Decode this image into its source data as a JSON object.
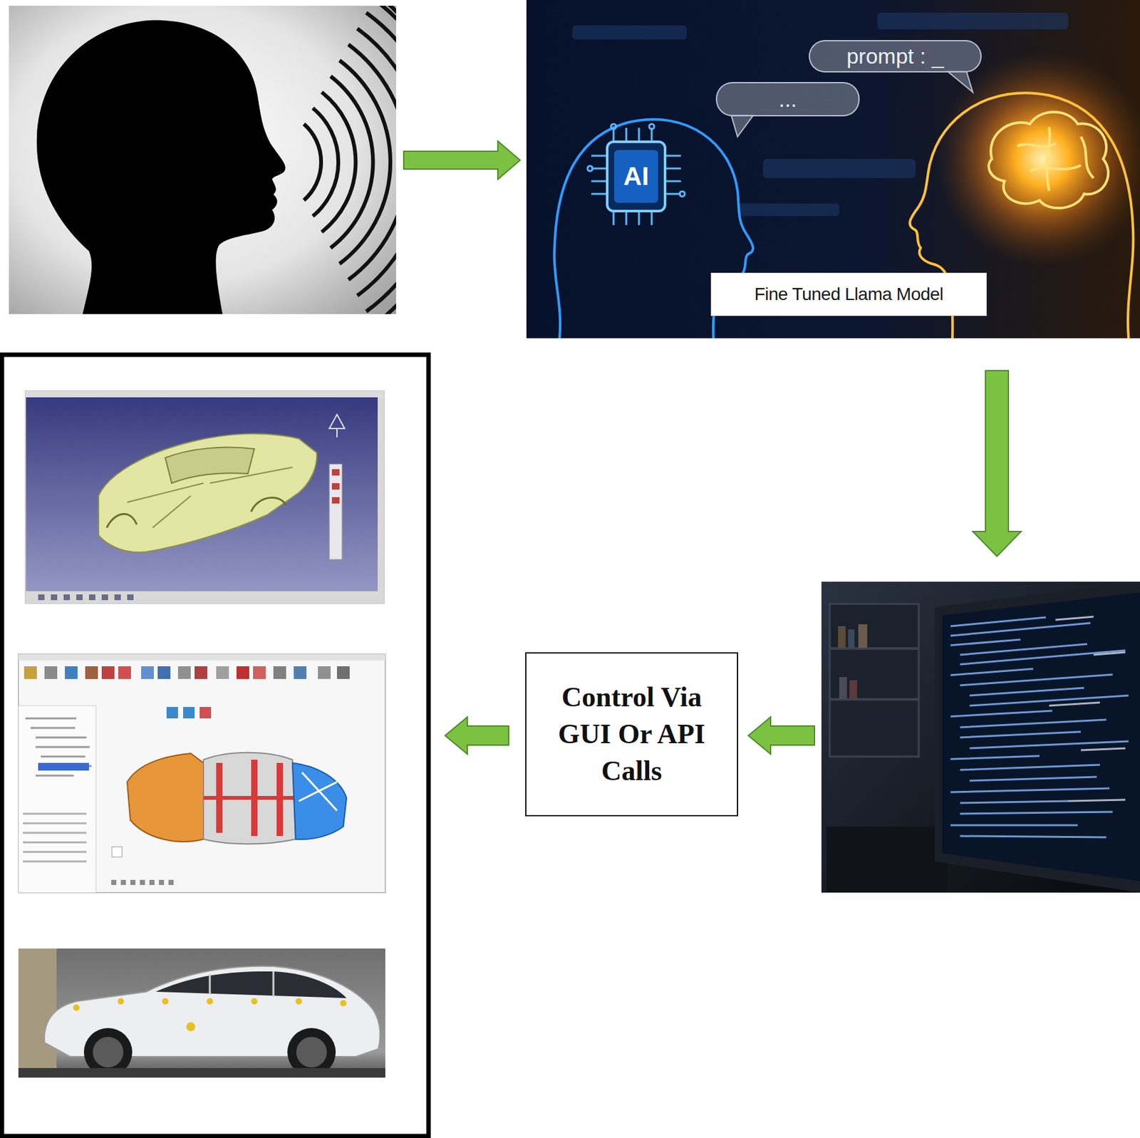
{
  "diagram": {
    "nodes": [
      {
        "text": [
          "prompt : _"
        ]
      },
      {
        "text": [
          "..."
        ]
      },
      {
        "text": [
          "Fine Tuned Llama Model"
        ]
      },
      {
        "text": [
          "Control Via GUI Or API Calls"
        ]
      }
    ],
    "labels": [
      "AI"
    ]
  }
}
